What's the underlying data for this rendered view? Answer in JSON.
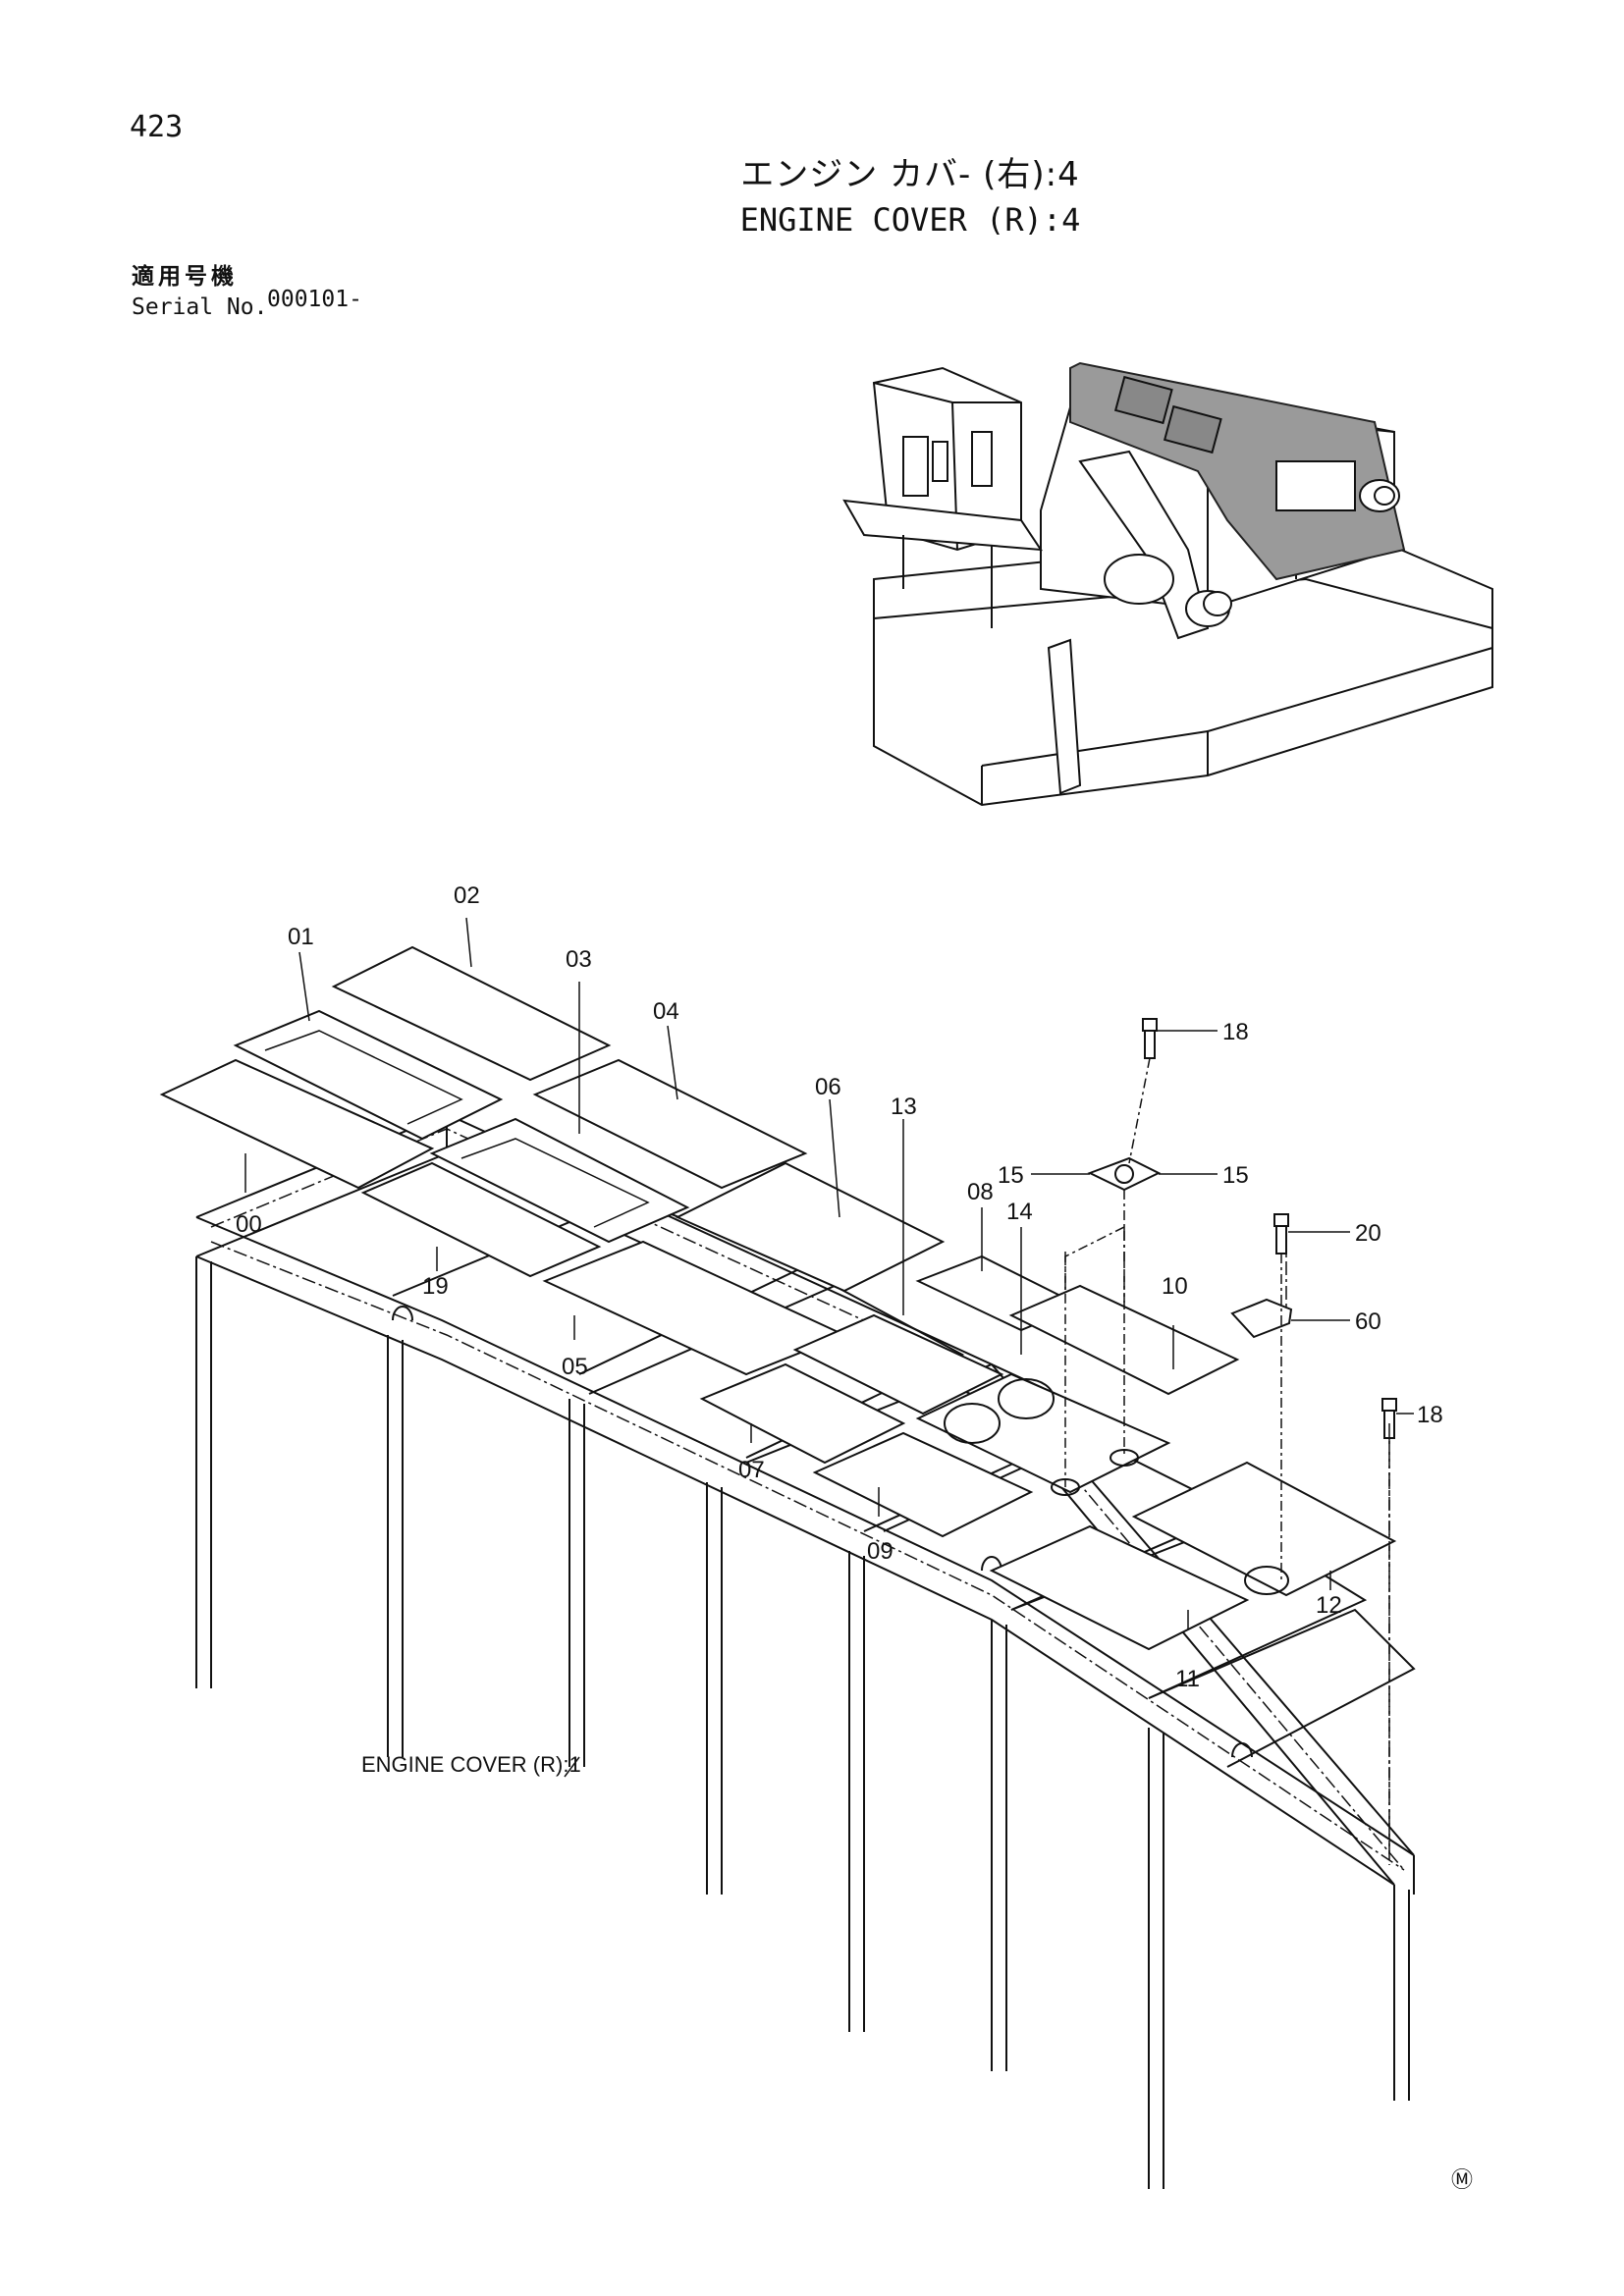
{
  "page_number": "423",
  "title_jp": "エンジン カバ- (右):4",
  "title_en": "ENGINE COVER (R):4",
  "serial": {
    "label_jp": "適用号機",
    "label_en": "Serial No.",
    "value": "000101-"
  },
  "callouts": {
    "c00": "00",
    "c01": "01",
    "c02": "02",
    "c03": "03",
    "c04": "04",
    "c05": "05",
    "c06": "06",
    "c07": "07",
    "c08": "08",
    "c09": "09",
    "c10": "10",
    "c11": "11",
    "c12": "12",
    "c13": "13",
    "c14": "14",
    "c15a": "15",
    "c15b": "15",
    "c18a": "18",
    "c18b": "18",
    "c19": "19",
    "c20": "20",
    "c60": "60"
  },
  "reference_note": "ENGINE COVER (R):1",
  "corner_mark": "Ⓜ"
}
